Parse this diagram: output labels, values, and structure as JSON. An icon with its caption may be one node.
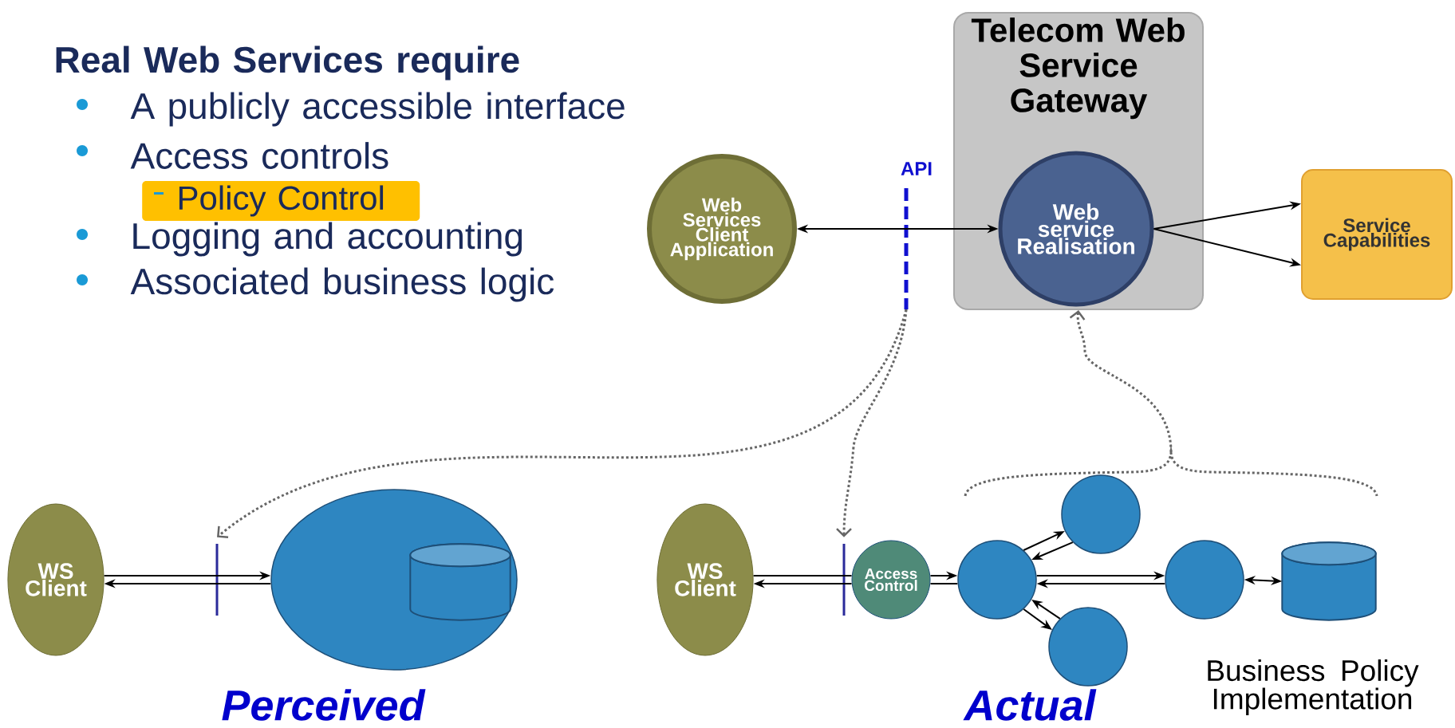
{
  "diagram": {
    "nodes": [
      {
        "text": [
          "Policy Control"
        ]
      },
      {
        "text": [
          "Web Services Client Application"
        ]
      },
      {
        "text": [
          "Telecom Web Service Gateway"
        ]
      },
      {
        "text": [
          "Web service Realisation"
        ],
        "in": 2
      },
      {
        "text": [
          "Service Capabilities"
        ]
      },
      {
        "text": [],
        "shape": "bar",
        "beside": [
          "API"
        ]
      },
      {
        "text": [
          "WS Client"
        ]
      },
      {
        "text": [],
        "shape": "bar"
      },
      {
        "text": [],
        "shape": "ellipse"
      },
      {
        "text": [],
        "shape": "cylinder",
        "in": 8
      },
      {
        "text": [
          "WS Client"
        ]
      },
      {
        "text": [],
        "shape": "bar"
      },
      {
        "text": [
          "Access Control"
        ]
      },
      {
        "text": [],
        "shape": "circle"
      },
      {
        "text": [],
        "shape": "circle"
      },
      {
        "text": [],
        "shape": "circle"
      },
      {
        "text": [],
        "shape": "circle"
      },
      {
        "text": [],
        "shape": "cylinder"
      },
      {
        "text": [],
        "shape": "brace"
      }
    ],
    "edges": [
      {
        "from": 1,
        "to": 3,
        "arrow": "both"
      },
      {
        "from": 3,
        "to": 4,
        "arrow": "to"
      },
      {
        "from": 3,
        "to": 4,
        "arrow": "to"
      },
      {
        "from": 5,
        "to": 7,
        "arrow": "to",
        "style": "dashed",
        "color": "#666666"
      },
      {
        "from": 5,
        "to": 11,
        "arrow": "to",
        "style": "dashed",
        "color": "#666666"
      },
      {
        "from": 18,
        "to": 2,
        "arrow": "to",
        "style": "dashed",
        "color": "#666666"
      },
      {
        "from": 6,
        "to": 8,
        "arrow": "to"
      },
      {
        "from": 8,
        "to": 6,
        "arrow": "to"
      },
      {
        "from": 10,
        "to": 12,
        "arrow": "none"
      },
      {
        "from": 12,
        "to": 13,
        "arrow": "to"
      },
      {
        "from": 13,
        "to": 12,
        "arrow": "none"
      },
      {
        "from": 12,
        "to": 10,
        "arrow": "to"
      },
      {
        "from": 13,
        "to": 14,
        "arrow": "to"
      },
      {
        "from": 14,
        "to": 13,
        "arrow": "to"
      },
      {
        "from": 13,
        "to": 15,
        "arrow": "to"
      },
      {
        "from": 15,
        "to": 13,
        "arrow": "to"
      },
      {
        "from": 13,
        "to": 16,
        "arrow": "to"
      },
      {
        "from": 16,
        "to": 13,
        "arrow": "to"
      },
      {
        "from": 16,
        "to": 17,
        "arrow": "both"
      }
    ],
    "labels": [
      "Real Web Services require",
      "A publicly accessible interface",
      "Access controls",
      "Logging and accounting",
      "Associated business logic",
      "Perceived",
      "Actual",
      "Business Policy Implementation"
    ]
  }
}
